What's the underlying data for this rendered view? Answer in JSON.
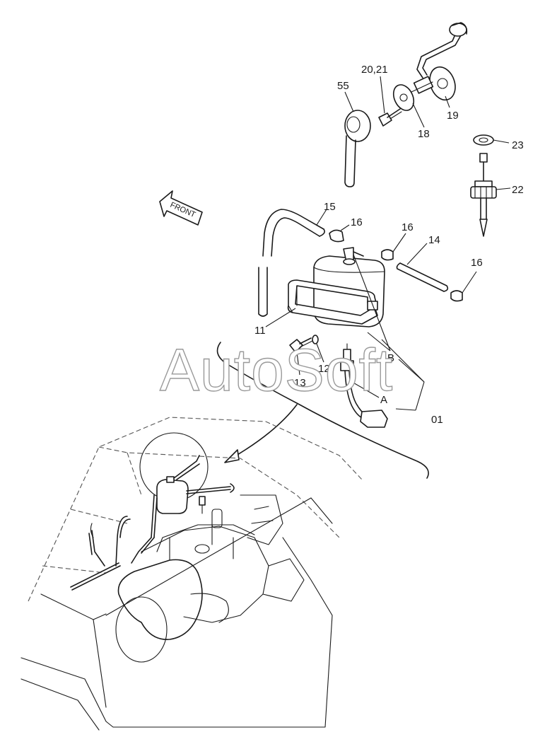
{
  "diagram": {
    "direction_label": "FRONT",
    "watermark": "AutoSoft",
    "callouts": {
      "p55": "55",
      "p20_21": "20,21",
      "p18": "18",
      "p19": "19",
      "p23": "23",
      "p22": "22",
      "p15": "15",
      "p16a": "16",
      "p16b": "16",
      "p14": "14",
      "p16c": "16",
      "p11": "11",
      "p12": "12",
      "p13": "13",
      "pB": "B",
      "pA": "A",
      "p01": "01"
    }
  }
}
